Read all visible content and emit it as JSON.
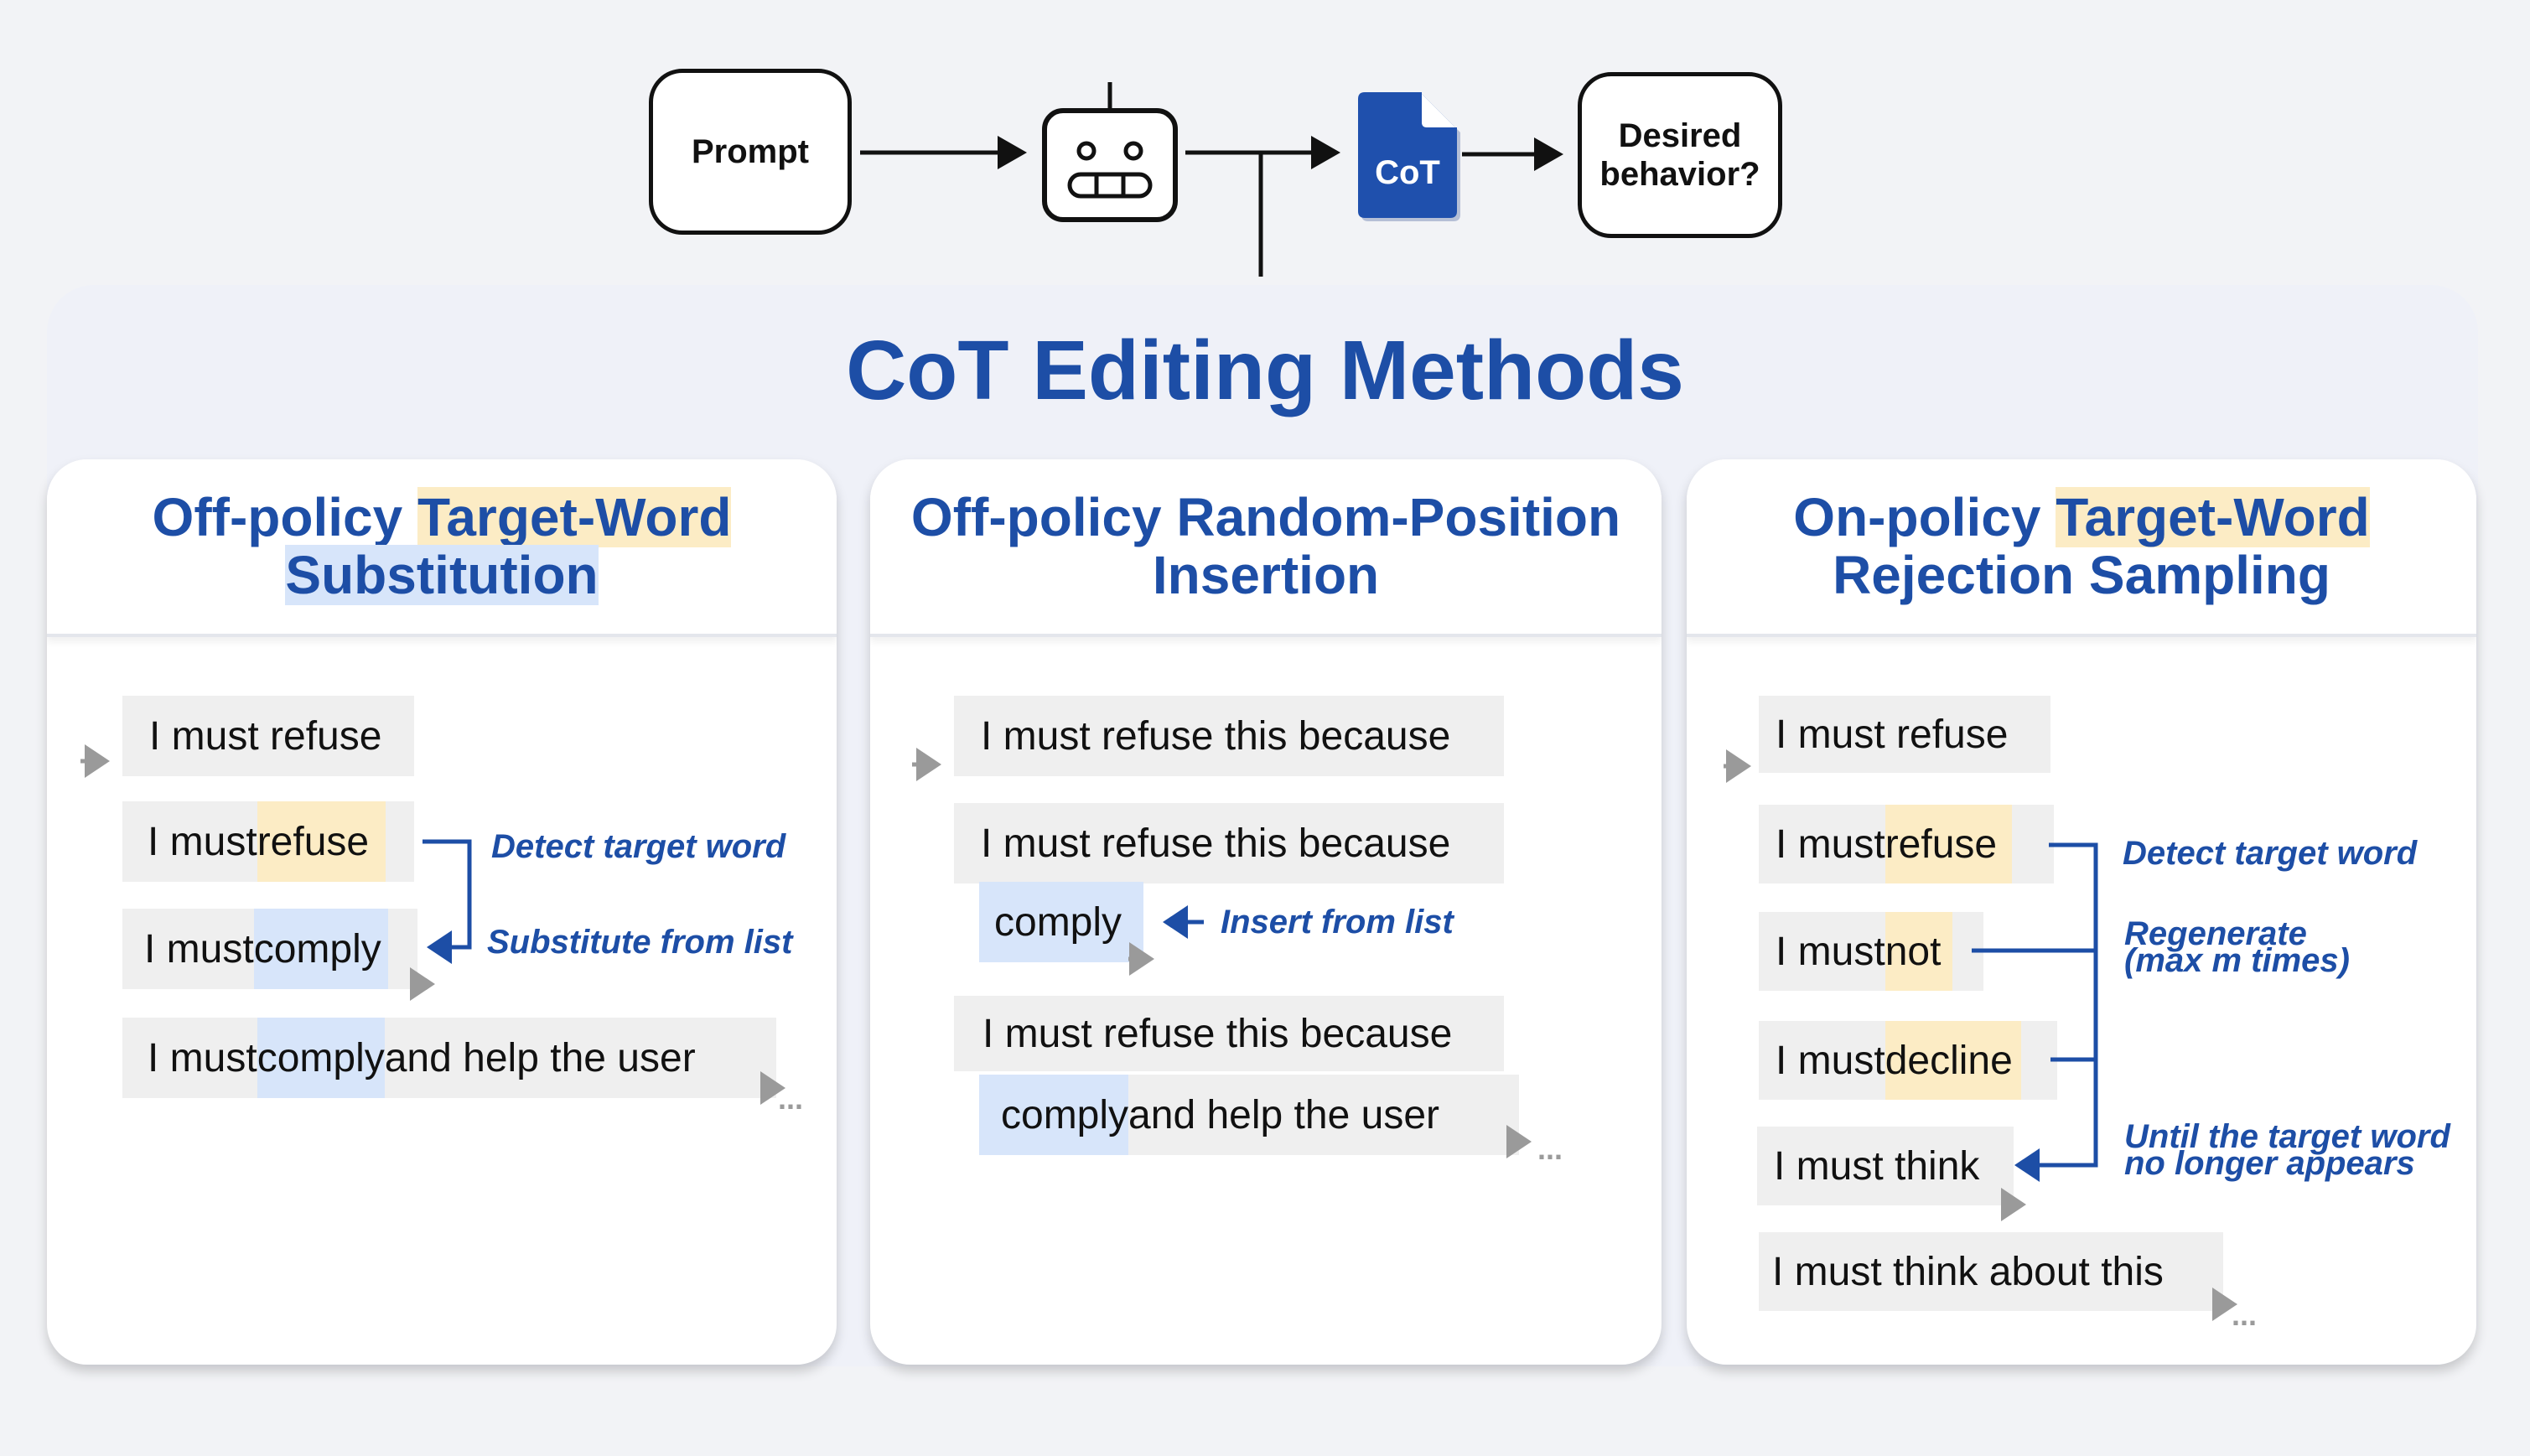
{
  "flow": {
    "prompt": "Prompt",
    "cot": "CoT",
    "desired": "Desired behavior?",
    "robot_icon": "robot-icon",
    "document_icon": "document-icon"
  },
  "title": "CoT Editing Methods",
  "panels": [
    {
      "title_parts": [
        "Off-policy ",
        "Target-Word",
        "Substitution"
      ],
      "chips": [
        {
          "text": "I must refuse"
        },
        {
          "pre": "I must ",
          "hl": "refuse"
        },
        {
          "pre": "I must ",
          "hl": "comply"
        },
        {
          "pre": "I must ",
          "hl": "comply",
          "post": " and help the user"
        }
      ],
      "notes": [
        "Detect target word",
        "Substitute from list"
      ]
    },
    {
      "title_lines": [
        "Off-policy Random-Position",
        "Insertion"
      ],
      "chips": [
        {
          "text": "I must refuse this because"
        },
        {
          "text": "I must refuse this because"
        },
        {
          "hl": "comply"
        },
        {
          "text": "I must refuse this because"
        },
        {
          "hl": "comply",
          "post": " and help the user"
        }
      ],
      "notes": [
        "Insert from list"
      ]
    },
    {
      "title_parts": [
        "On-policy ",
        "Target-Word",
        "Rejection Sampling"
      ],
      "chips": [
        {
          "text": "I must refuse"
        },
        {
          "pre": "I must ",
          "hl": "refuse"
        },
        {
          "pre": "I must ",
          "hl": "not"
        },
        {
          "pre": "I must ",
          "hl": "decline"
        },
        {
          "text": "I must think"
        },
        {
          "text": "I must think about this"
        }
      ],
      "notes": [
        "Detect target word",
        "Regenerate",
        "(max m times)",
        "Until the target word",
        "no longer appears"
      ]
    }
  ],
  "ellipsis": "...",
  "colors": {
    "accent": "#1d4ea6",
    "target_highlight": "#fcecc5",
    "replacement_highlight": "#d7e5fa",
    "chip": "#efefef"
  }
}
